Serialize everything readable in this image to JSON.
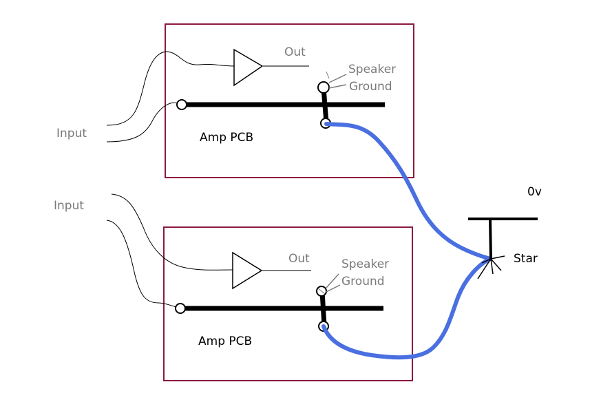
{
  "amp_top": {
    "input_label": "Input",
    "out_label": "Out",
    "speaker_label": "Speaker",
    "ground_label": "Ground",
    "pcb_label": "Amp PCB"
  },
  "amp_bottom": {
    "input_label": "Input",
    "out_label": "Out",
    "speaker_label": "Speaker",
    "ground_label": "Ground",
    "pcb_label": "Amp PCB"
  },
  "star": {
    "star_label": "Star",
    "rail_label": "0v"
  },
  "colors": {
    "pcb_border": "#8b1a3c",
    "ground_wire": "#4a6fe0",
    "signal_wire": "#000000",
    "label_grey": "#7a7a7a"
  }
}
